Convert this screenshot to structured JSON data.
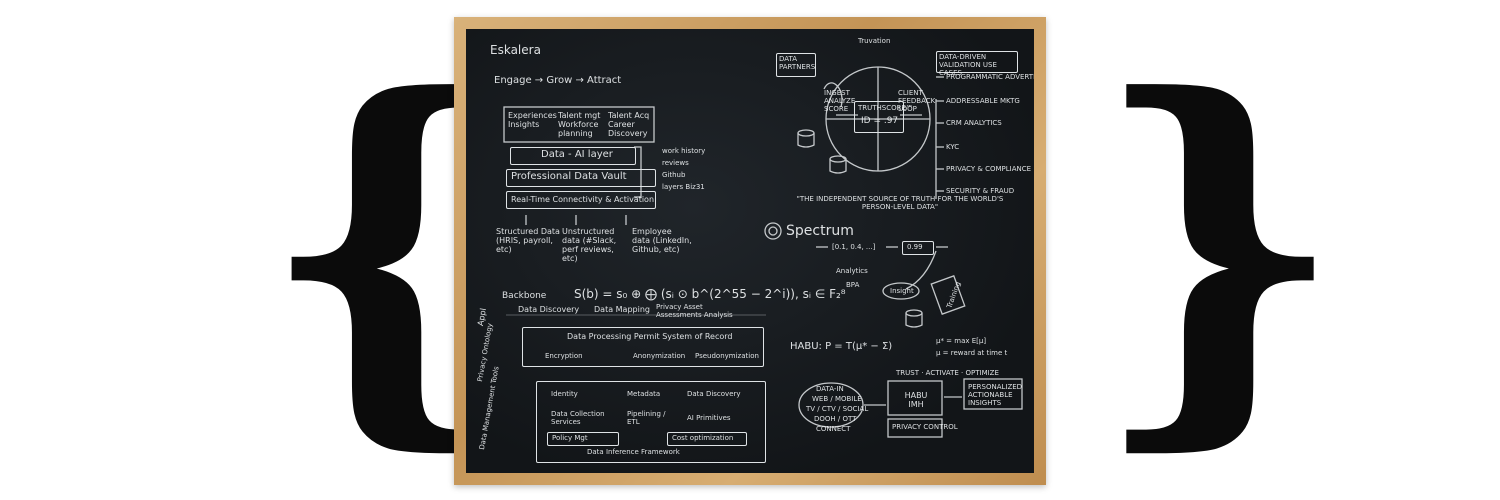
{
  "braces": {
    "left": "{",
    "right": "}"
  },
  "board": {
    "left": {
      "title": "Eskalera",
      "flow": "Engage → Grow → Attract",
      "pillars": [
        "Experiences Insights",
        "Talent mgt Workforce planning",
        "Talent Acq Career Discovery"
      ],
      "layers": [
        "Data - AI layer",
        "Professional Data Vault",
        "Real-Time Connectivity & Activation"
      ],
      "layer_notes": [
        "work history",
        "reviews",
        "Github",
        "layers Biz31"
      ],
      "sources": [
        "Structured Data (HRIS, payroll, etc)",
        "Unstructured data (#Slack, perf reviews, etc)",
        "Employee data (LinkedIn, Github, etc)"
      ],
      "formula_label": "Backbone",
      "formula": "S(b) = s₀ ⊕ ⨁ (sᵢ ⊙ b^(2^55 − 2^i)),  sᵢ ∈ F₂⁸",
      "side_labels": [
        "Appl",
        "Privacy Ontology",
        "Data Management Tools"
      ],
      "apps": [
        "Data Discovery",
        "Data Mapping",
        "Privacy Asset Assessments Analysis"
      ],
      "permit_title": "Data Processing Permit System of Record",
      "permit_items": [
        "Encryption",
        "Anonymization",
        "Pseudonymization"
      ],
      "tools": [
        "Identity",
        "Metadata",
        "Data Discovery",
        "Data Collection Services",
        "Pipelining / ETL",
        "AI Primitives",
        "Policy Mgt",
        "Cost optimization"
      ],
      "tools_footer": "Data Inference Framework"
    },
    "right": {
      "top_label": "Truvation",
      "partners": "DATA PARTNERS",
      "center": "TRUTHSCORE™",
      "score": "ID = .97",
      "left_note": "INGEST ANALYZE SCORE",
      "right_note": "CLIENT FEEDBACK LOOP",
      "use_cases_title": "DATA-DRIVEN VALIDATION USE CASES",
      "use_cases": [
        "PROGRAMMATIC ADVERTISING",
        "ADDRESSABLE MKTG",
        "CRM ANALYTICS",
        "KYC",
        "PRIVACY & COMPLIANCE",
        "SECURITY & FRAUD"
      ],
      "tagline": "\"THE INDEPENDENT SOURCE OF TRUTH FOR THE WORLD'S PERSON-LEVEL DATA\"",
      "spectrum": "Spectrum",
      "spectrum_seq": [
        "[0.1, 0.4, ...]",
        "0.99"
      ],
      "spectrum_labels": [
        "Analytics",
        "BPA",
        "Insight",
        "Training"
      ],
      "habu_formula": "HABU:  P = T(μ* − Σ)",
      "habu_notes": [
        "μ* = max E[μ]",
        "μ = reward at time t"
      ],
      "habu_flow_title": "TRUST · ACTIVATE · OPTIMIZE",
      "data_in": [
        "DATA-IN",
        "WEB / MOBILE",
        "TV / CTV / SOCIAL",
        "DOOH / OTT",
        "CONNECT"
      ],
      "habu_box": "HABU IMH",
      "privacy_box": "PRIVACY CONTROL",
      "personalized": "PERSONALIZED ACTIONABLE INSIGHTS"
    }
  }
}
